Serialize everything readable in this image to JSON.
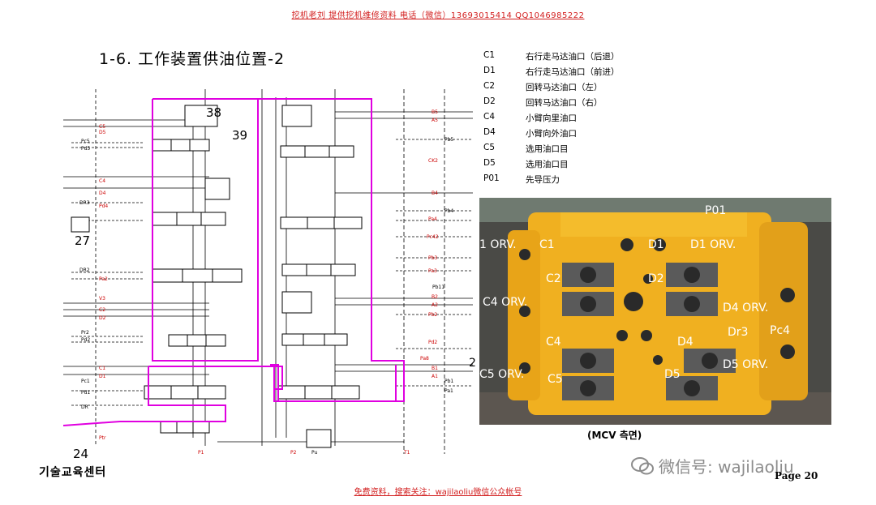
{
  "header": {
    "text": "挖机老刘  提供挖机维修资料 电话（微信）13693015414   QQ1046985222"
  },
  "footer": {
    "text": "免费资料，搜索关注：wajilaoliu微信公众帐号"
  },
  "title": "1-6. 工作装置供油位置-2",
  "legend": [
    {
      "code": "C1",
      "desc": "右行走马达油口（后退）"
    },
    {
      "code": "D1",
      "desc": "右行走马达油口（前进）"
    },
    {
      "code": "C2",
      "desc": "回转马达油口（左）"
    },
    {
      "code": "D2",
      "desc": "回转马达油口（右）"
    },
    {
      "code": "C4",
      "desc": "小臂向里油口"
    },
    {
      "code": "D4",
      "desc": "小臂向外油口"
    },
    {
      "code": "C5",
      "desc": "选用油口目"
    },
    {
      "code": "D5",
      "desc": "选用油口目"
    },
    {
      "code": "P01",
      "desc": "先导压力"
    }
  ],
  "photo": {
    "caption": "(MCV 측면)",
    "labels": {
      "p01": "P01",
      "c1_orv": "1 ORV.",
      "c1": "C1",
      "d1": "D1",
      "d1_orv": "D1 ORV.",
      "c2": "C2",
      "d2": "D2",
      "c4_orv": "C4 ORV.",
      "d4_orv": "D4 ORV.",
      "c4": "C4",
      "d4": "D4",
      "dr3": "Dr3",
      "pc4": "Pc4",
      "c5_orv": "C5 ORV.",
      "c5": "C5",
      "d5": "D5",
      "d5_orv": "D5 ORV."
    }
  },
  "schematic": {
    "numbers": {
      "n38": "38",
      "n39": "39",
      "n27": "27",
      "n24": "24"
    },
    "left_ports": [
      "C5",
      "D5",
      "Pc5",
      "Pd5",
      "C4",
      "D4",
      "DR3",
      "Pd4",
      "DR2",
      "Pa2",
      "V3",
      "C2",
      "D2",
      "Pr2",
      "Pd2",
      "C1",
      "D1",
      "Pc1",
      "Pd1",
      "DR",
      "Ptr"
    ],
    "right_ports": [
      "B5",
      "A5",
      "Pb5",
      "CK2",
      "B4",
      "Pb4",
      "Pa4",
      "Pc42",
      "Pb3",
      "Pa3",
      "B2",
      "A2",
      "Pb2",
      "Pd2",
      "Pa8",
      "B1",
      "A1",
      "Pb1",
      "Pa1",
      "Pb11"
    ],
    "bottom_ports": [
      "P1",
      "P2",
      "Pu",
      "T1"
    ],
    "right_number": "2"
  },
  "brand": {
    "dept": "기술교육센터",
    "page": "Page 20"
  },
  "watermark": {
    "text": "微信号: wajilaoliu"
  },
  "colors": {
    "header_red": "#d21e1e",
    "magenta": "#e000e0",
    "port_red": "#cc0000",
    "mcv_yellow": "#f0b020"
  }
}
